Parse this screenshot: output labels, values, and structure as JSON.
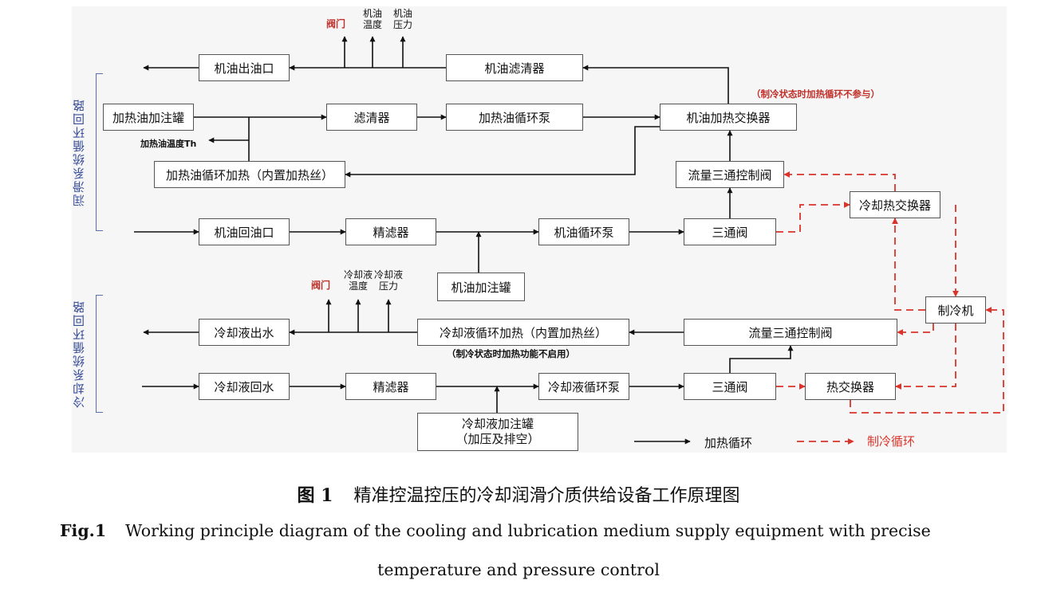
{
  "diagram": {
    "groups": {
      "lubrication": "润滑系统循环回路",
      "coolant": "冷却系统循环回路"
    },
    "boxes": {
      "oil_outlet": "机油出油口",
      "oil_filter": "机油滤清器",
      "heat_oil_tank": "加热油加注罐",
      "filter": "滤清器",
      "heat_oil_pump": "加热油循环泵",
      "oil_heat_exchanger": "机油加热交换器",
      "heat_oil_heater": "加热油循环加热（内置加热丝）",
      "flow_valve_top": "流量三通控制阀",
      "cooling_heat_exchanger": "冷却热交换器",
      "oil_return": "机油回油口",
      "fine_filter_top": "精滤器",
      "oil_pump": "机油循环泵",
      "three_way_top": "三通阀",
      "oil_fill_tank": "机油加注罐",
      "chiller": "制冷机",
      "coolant_outlet": "冷却液出水",
      "coolant_heater": "冷却液循环加热（内置加热丝）",
      "flow_valve_bottom": "流量三通控制阀",
      "coolant_return": "冷却液回水",
      "fine_filter_bottom": "精滤器",
      "coolant_pump": "冷却液循环泵",
      "three_way_bottom": "三通阀",
      "heat_exchanger": "热交换器",
      "coolant_tank_line1": "冷却液加注罐",
      "coolant_tank_line2": "（加压及排空）"
    },
    "labels": {
      "valve_top": "阀门",
      "oil_temp_l1": "机油",
      "oil_temp_l2": "温度",
      "oil_press_l1": "机油",
      "oil_press_l2": "压力",
      "heat_oil_temp": "加热油温度Th",
      "note_cooling_top": "（制冷状态时加热循环不参与）",
      "valve_bottom": "阀门",
      "cool_temp_l1": "冷却液",
      "cool_temp_l2": "温度",
      "cool_press_l1": "冷却液",
      "cool_press_l2": "压力",
      "note_cooling_bottom": "（制冷状态时加热功能不启用）"
    },
    "legend": {
      "heating": "加热循环",
      "cooling": "制冷循环"
    },
    "colors": {
      "heating_line": "#111111",
      "cooling_line": "#d9342b",
      "group_label": "#3a4f9a"
    }
  },
  "caption": {
    "cn_label": "图 1",
    "cn_text": "精准控温控压的冷却润滑介质供给设备工作原理图",
    "en_label": "Fig.1",
    "en_text_1": "Working principle diagram of the cooling and lubrication medium supply equipment with precise",
    "en_text_2": "temperature and pressure control"
  }
}
